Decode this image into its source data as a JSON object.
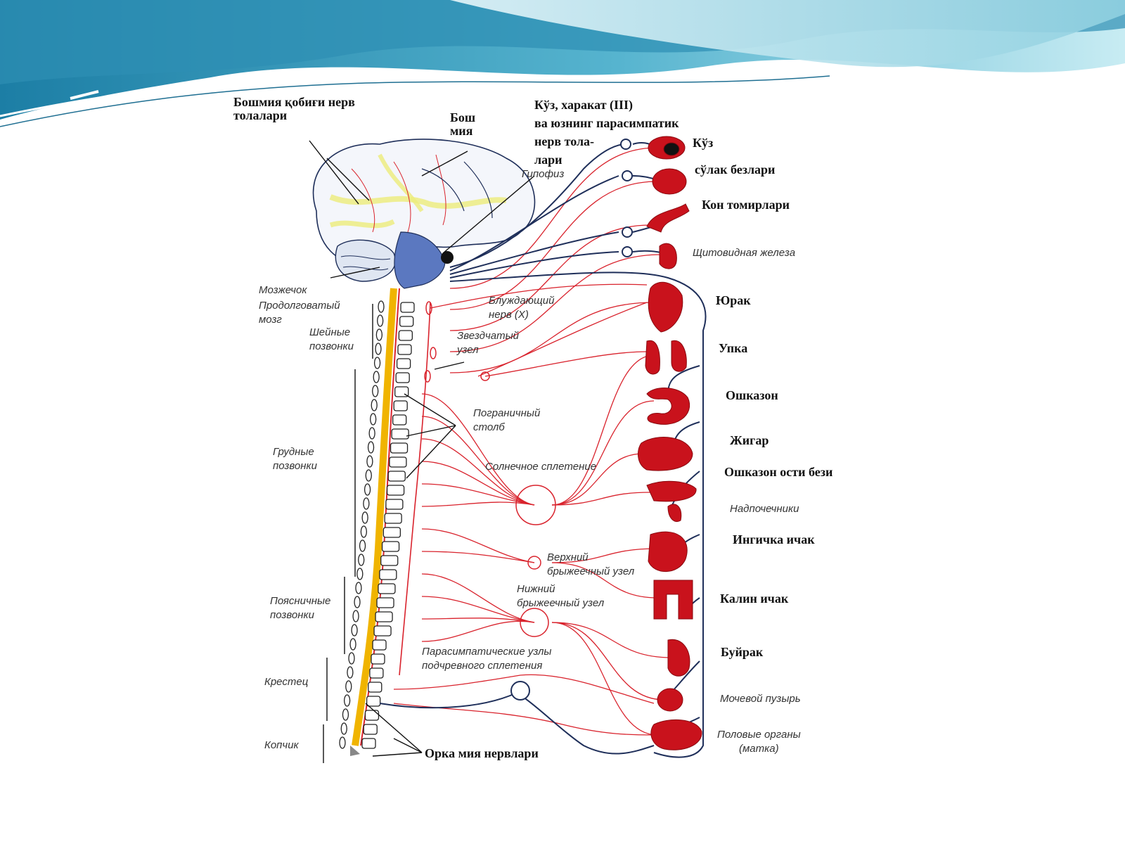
{
  "labels": {
    "cortex_fibers": "Бошмия қобиғи нерв\nтолалари",
    "brain": "Бош\nмия",
    "eye_nerve": "Кўз, харакат (III)\nва юзнинг парасимпатик\nнерв тола-\nлари",
    "hypophysis": "Гипофиз",
    "eye": "Кўз",
    "salivary": "сўлак безлари",
    "vessels": "Кон томирлари",
    "thyroid": "Щитовидная железа",
    "cerebellum": "Мозжечок",
    "medulla": "Продолговатый\nмозг",
    "vagus": "Блуждающий\nнерв (X)",
    "heart": "Юрак",
    "cervical": "Шейные\nпозвонки",
    "stellate": "Звездчатый\nузел",
    "lung": "Упка",
    "stomach": "Ошказон",
    "border": "Пограничный\nстолб",
    "liver": "Жигар",
    "thoracic": "Грудные\nпозвонки",
    "solar": "Солнечное сплетение",
    "pancreas": "Ошказон ости бези",
    "adrenal": "Надпочечники",
    "small_int": "Ингичка ичак",
    "sup_mes": "Верхний\nбрыжеечный узел",
    "inf_mes": "Нижний\nбрыжеечный узел",
    "large_int": "Калин ичак",
    "lumbar": "Поясничные\nпозвонки",
    "parasym": "Парасимпатические узлы\nподчревного сплетения",
    "kidney": "Буйрак",
    "sacrum": "Крестец",
    "bladder": "Мочевой пузырь",
    "coccyx": "Копчик",
    "genital": "Половые органы\n(матка)",
    "spinal": "Орка мия нервлари"
  },
  "colors": {
    "sympathetic": "#d9232d",
    "parasympathetic": "#1f2f5a",
    "wave_dark": "#2a8fb0",
    "wave_light": "#bfe6ef",
    "organ": "#c9121c"
  }
}
